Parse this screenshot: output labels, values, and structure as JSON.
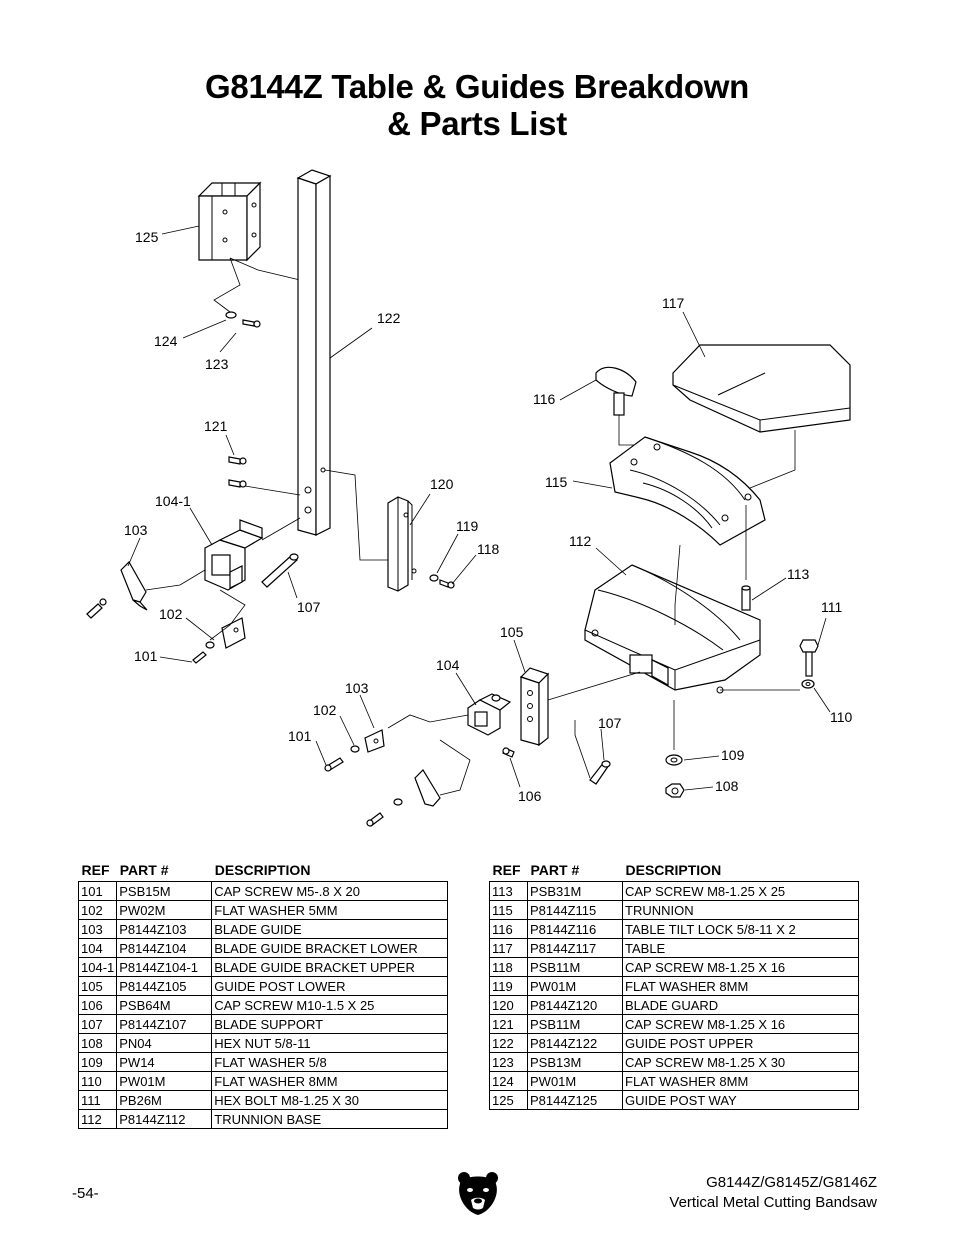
{
  "title": {
    "line1": "G8144Z Table & Guides Breakdown",
    "line2": "& Parts List"
  },
  "diagram": {
    "callouts": [
      "125",
      "124",
      "123",
      "122",
      "121",
      "104-1",
      "103",
      "102",
      "101",
      "107",
      "120",
      "119",
      "118",
      "117",
      "116",
      "115",
      "112",
      "113",
      "111",
      "110",
      "105",
      "104",
      "103",
      "102",
      "101",
      "107",
      "106",
      "109",
      "108"
    ]
  },
  "table_left": {
    "headers": [
      "REF",
      "PART #",
      "DESCRIPTION"
    ],
    "rows": [
      [
        "101",
        "PSB15M",
        "CAP SCREW M5-.8 X 20"
      ],
      [
        "102",
        "PW02M",
        "FLAT WASHER 5MM"
      ],
      [
        "103",
        "P8144Z103",
        "BLADE GUIDE"
      ],
      [
        "104",
        "P8144Z104",
        "BLADE GUIDE BRACKET LOWER"
      ],
      [
        "104-1",
        "P8144Z104-1",
        "BLADE GUIDE BRACKET UPPER"
      ],
      [
        "105",
        "P8144Z105",
        "GUIDE POST LOWER"
      ],
      [
        "106",
        "PSB64M",
        "CAP SCREW M10-1.5 X 25"
      ],
      [
        "107",
        "P8144Z107",
        "BLADE SUPPORT"
      ],
      [
        "108",
        "PN04",
        "HEX NUT 5/8-11"
      ],
      [
        "109",
        "PW14",
        "FLAT WASHER 5/8"
      ],
      [
        "110",
        "PW01M",
        "FLAT WASHER 8MM"
      ],
      [
        "111",
        "PB26M",
        "HEX BOLT M8-1.25 X 30"
      ],
      [
        "112",
        "P8144Z112",
        "TRUNNION BASE"
      ]
    ]
  },
  "table_right": {
    "headers": [
      "REF",
      "PART #",
      "DESCRIPTION"
    ],
    "rows": [
      [
        "113",
        "PSB31M",
        "CAP SCREW M8-1.25 X 25"
      ],
      [
        "115",
        "P8144Z115",
        "TRUNNION"
      ],
      [
        "116",
        "P8144Z116",
        "TABLE TILT LOCK 5/8-11 X 2"
      ],
      [
        "117",
        "P8144Z117",
        "TABLE"
      ],
      [
        "118",
        "PSB11M",
        "CAP SCREW M8-1.25 X 16"
      ],
      [
        "119",
        "PW01M",
        "FLAT WASHER 8MM"
      ],
      [
        "120",
        "P8144Z120",
        "BLADE GUARD"
      ],
      [
        "121",
        "PSB11M",
        "CAP SCREW M8-1.25 X 16"
      ],
      [
        "122",
        "P8144Z122",
        "GUIDE POST UPPER"
      ],
      [
        "123",
        "PSB13M",
        "CAP SCREW M8-1.25 X 30"
      ],
      [
        "124",
        "PW01M",
        "FLAT WASHER 8MM"
      ],
      [
        "125",
        "P8144Z125",
        "GUIDE POST WAY"
      ]
    ]
  },
  "footer": {
    "page_number": "-54-",
    "models": "G8144Z/G8145Z/G8146Z",
    "machine": "Vertical Metal Cutting Bandsaw"
  },
  "icons": {
    "logo": "grizzly-bear-logo-icon"
  }
}
